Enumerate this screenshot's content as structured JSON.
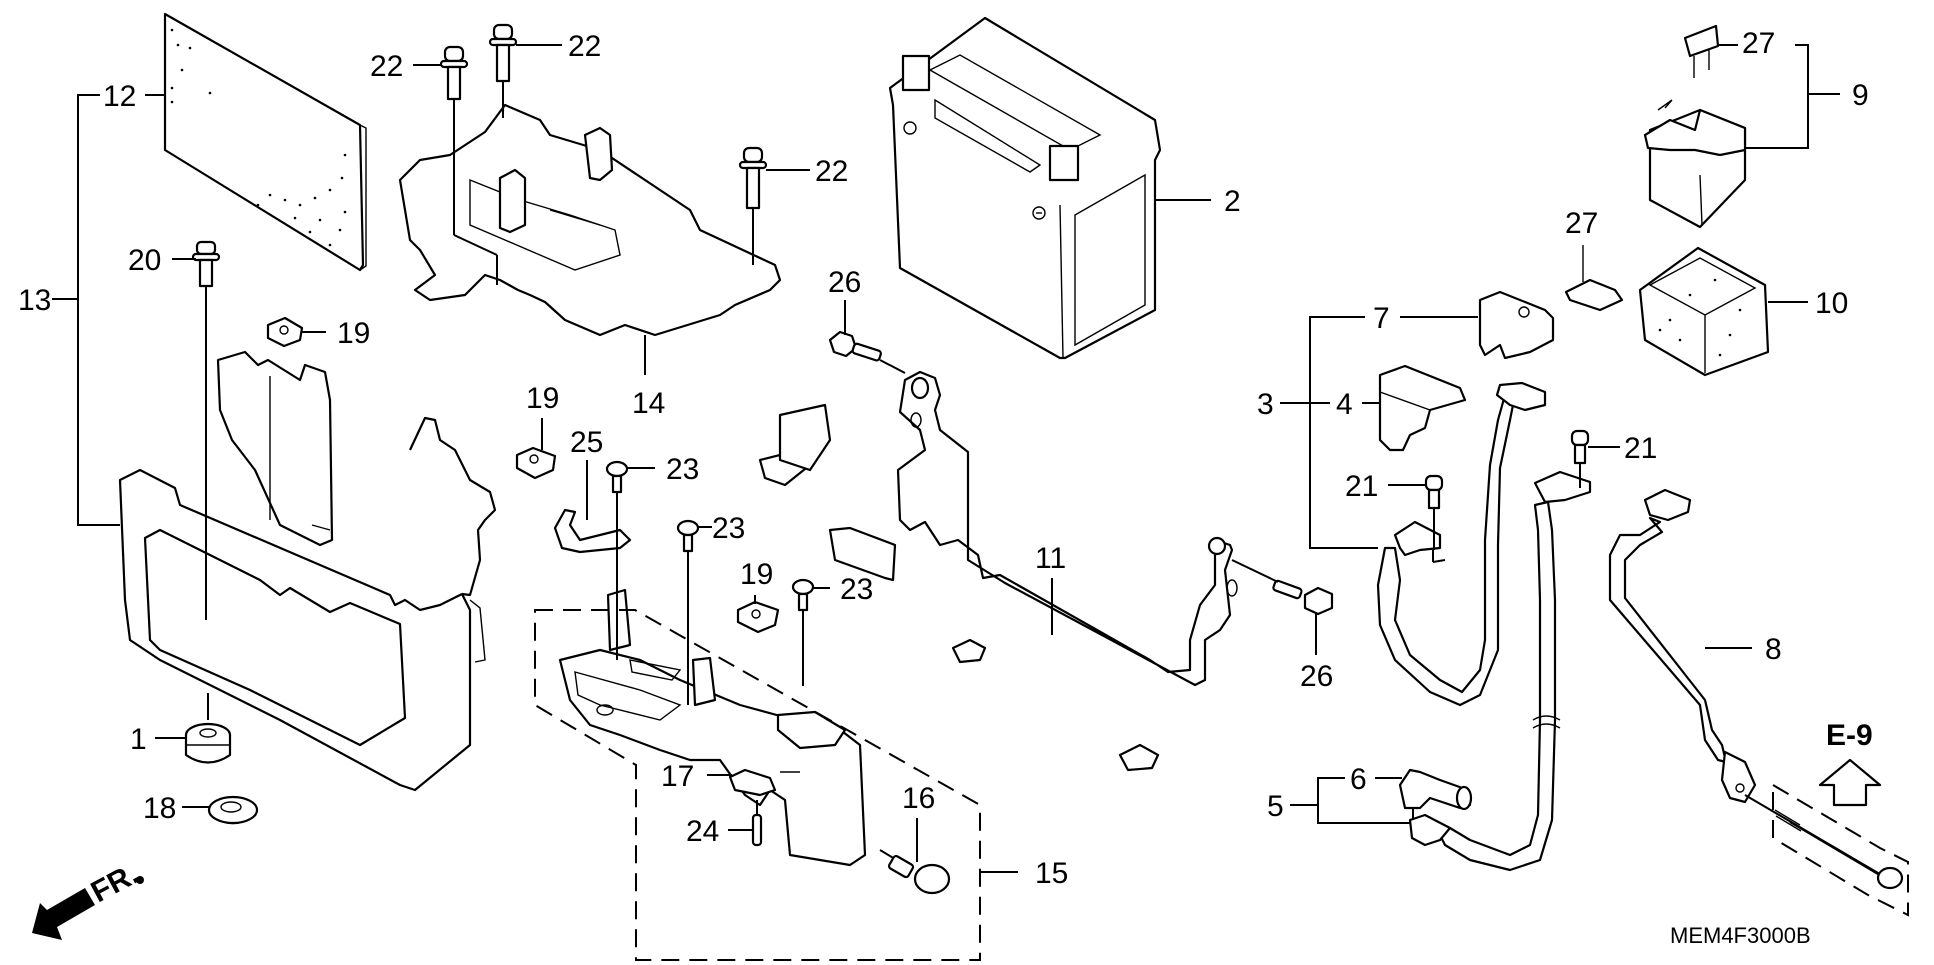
{
  "diagram": {
    "type": "exploded parts diagram",
    "subject": "Battery, battery box and related parts",
    "diagram_code": "MEM4F3000B",
    "orientation_marker": "FR.",
    "reference_marker": "E-9",
    "colors": {
      "line": "#000000",
      "background": "#ffffff"
    }
  },
  "callouts": {
    "c1": "1",
    "c2": "2",
    "c3": "3",
    "c4": "4",
    "c5": "5",
    "c6": "6",
    "c7": "7",
    "c8": "8",
    "c9": "9",
    "c10": "10",
    "c11": "11",
    "c12": "12",
    "c13": "13",
    "c14": "14",
    "c15": "15",
    "c16": "16",
    "c17": "17",
    "c18": "18",
    "c19a": "19",
    "c19b": "19",
    "c19c": "19",
    "c20": "20",
    "c21a": "21",
    "c21b": "21",
    "c22a": "22",
    "c22b": "22",
    "c22c": "22",
    "c23a": "23",
    "c23b": "23",
    "c23c": "23",
    "c24": "24",
    "c25": "25",
    "c26a": "26",
    "c26b": "26",
    "c27a": "27",
    "c27b": "27"
  },
  "groupings": [
    {
      "parent": "13",
      "children": [
        "12",
        "20",
        "1"
      ]
    },
    {
      "parent": "9",
      "children": [
        "27"
      ]
    },
    {
      "parent": "3",
      "children": [
        "7",
        "4"
      ]
    },
    {
      "parent": "5",
      "children": [
        "6"
      ]
    },
    {
      "parent": "15",
      "children": [
        "17",
        "24",
        "16"
      ]
    }
  ]
}
